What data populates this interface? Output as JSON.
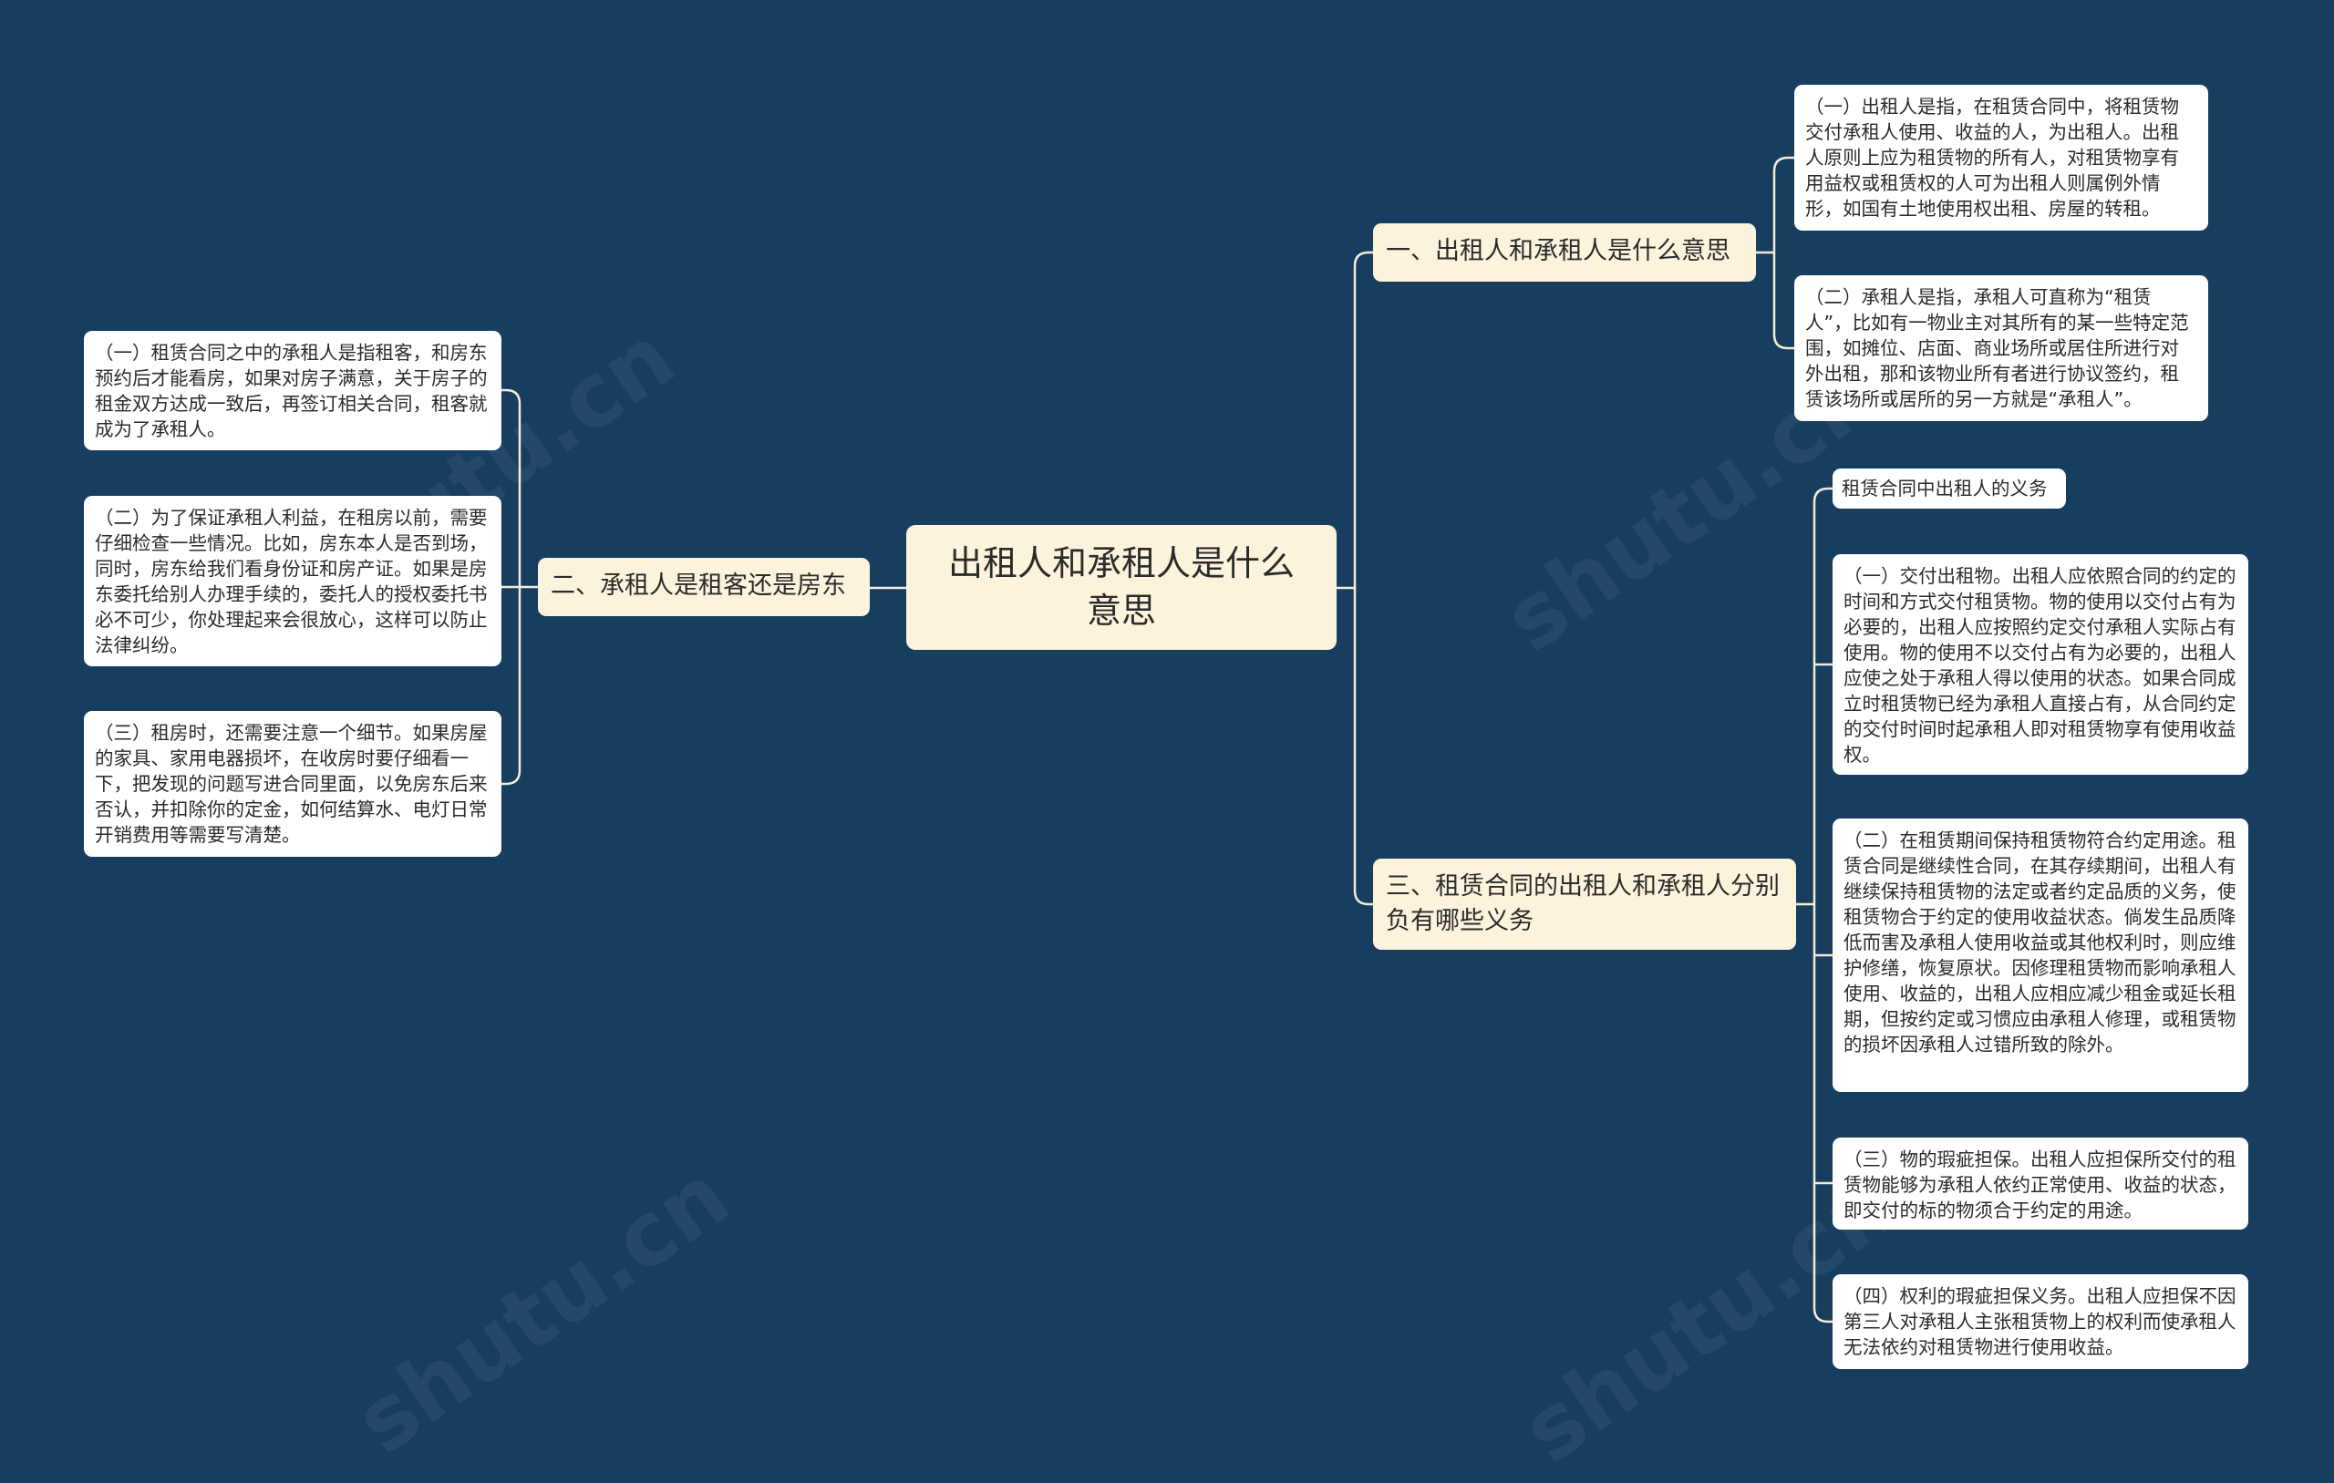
{
  "root": {
    "label": "出租人和承租人是什么意思"
  },
  "branches": [
    {
      "label": "一、出租人和承租人是什么意思"
    },
    {
      "label": "二、承租人是租客还是房东"
    },
    {
      "label": "三、租赁合同的出租人和承租人分别负有哪些义务"
    }
  ],
  "leaves": [
    {
      "text": "（一）出租人是指，在租赁合同中，将租赁物交付承租人使用、收益的人，为出租人。出租人原则上应为租赁物的所有人，对租赁物享有用益权或租赁权的人可为出租人则属例外情形，如国有土地使用权出租、房屋的转租。"
    },
    {
      "text": "（二）承租人是指，承租人可直称为“租赁人”，比如有一物业主对其所有的某一些特定范围，如摊位、店面、商业场所或居住所进行对外出租，那和该物业所有者进行协议签约，租赁该场所或居所的另一方就是“承租人”。"
    },
    {
      "text": "（一）租赁合同之中的承租人是指租客，和房东预约后才能看房，如果对房子满意，关于房子的租金双方达成一致后，再签订相关合同，租客就成为了承租人。"
    },
    {
      "text": "（二）为了保证承租人利益，在租房以前，需要仔细检查一些情况。比如，房东本人是否到场，同时，房东给我们看身份证和房产证。如果是房东委托给别人办理手续的，委托人的授权委托书必不可少，你处理起来会很放心，这样可以防止法律纠纷。"
    },
    {
      "text": "（三）租房时，还需要注意一个细节。如果房屋的家具、家用电器损坏，在收房时要仔细看一下，把发现的问题写进合同里面，以免房东后来否认，并扣除你的定金，如何结算水、电灯日常开销费用等需要写清楚。"
    },
    {
      "text": "租赁合同中出租人的义务"
    },
    {
      "text": "（一）交付出租物。出租人应依照合同的约定的时间和方式交付租赁物。物的使用以交付占有为必要的，出租人应按照约定交付承租人实际占有使用。物的使用不以交付占有为必要的，出租人应使之处于承租人得以使用的状态。如果合同成立时租赁物已经为承租人直接占有，从合同约定的交付时间时起承租人即对租赁物享有使用收益权。"
    },
    {
      "text": "（二）在租赁期间保持租赁物符合约定用途。租赁合同是继续性合同，在其存续期间，出租人有继续保持租赁物的法定或者约定品质的义务，使租赁物合于约定的使用收益状态。倘发生品质降低而害及承租人使用收益或其他权利时，则应维护修缮，恢复原状。因修理租赁物而影响承租人使用、收益的，出租人应相应减少租金或延长租期，但按约定或习惯应由承租人修理，或租赁物的损坏因承租人过错所致的除外。"
    },
    {
      "text": "（三）物的瑕疵担保。出租人应担保所交付的租赁物能够为承租人依约正常使用、收益的状态，即交付的标的物须合于约定的用途。"
    },
    {
      "text": "（四）权利的瑕疵担保义务。出租人应担保不因第三人对承租人主张租赁物上的权利而使承租人无法依约对租赁物进行使用收益。"
    }
  ],
  "colors": {
    "background": "#173e5f",
    "node_fill": "#fbf3dc",
    "leaf_fill": "#ffffff",
    "connector": "#f3ecd8"
  }
}
